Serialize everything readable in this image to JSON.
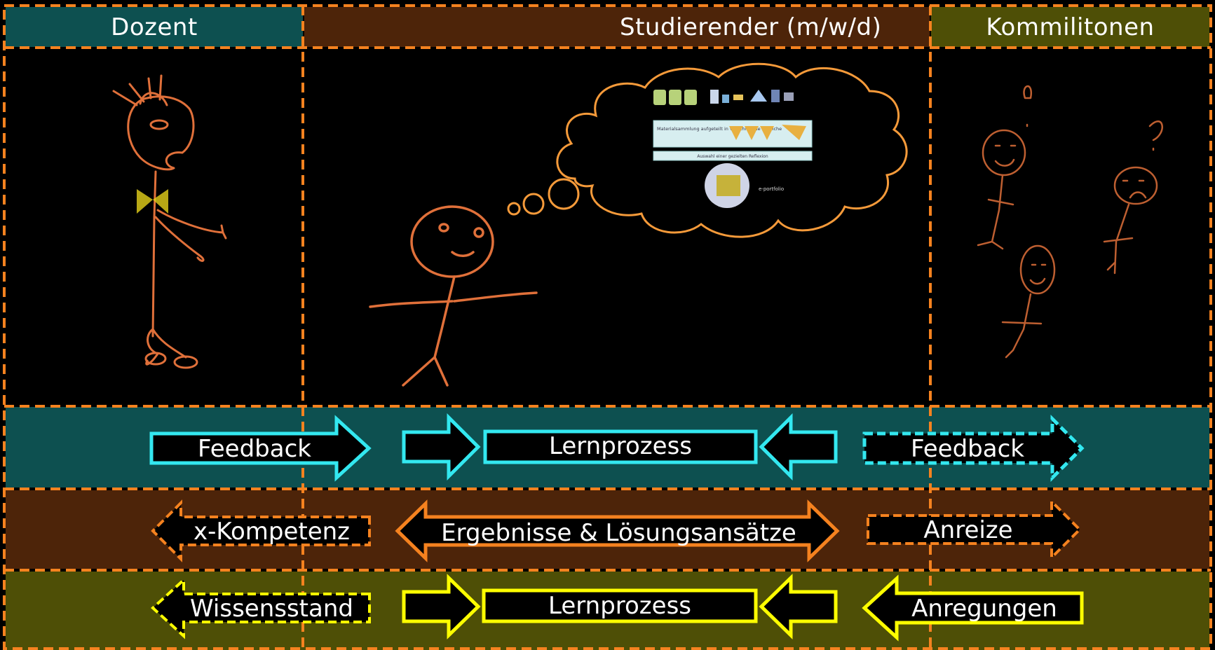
{
  "columns": {
    "dozent": {
      "label": "Dozent",
      "bg": "#0d5050"
    },
    "student": {
      "label": "Studierender (m/w/d)",
      "bg": "#4d2409"
    },
    "kommilitonen": {
      "label": "Kommilitonen",
      "bg": "#4e4f06"
    }
  },
  "rows": [
    {
      "id": "cyan",
      "bg": "#0d5050",
      "color": "#33e8f0",
      "left": {
        "label": "Feedback",
        "direction": "right",
        "dashed": false
      },
      "center": {
        "label": "Lernprozess"
      },
      "right": {
        "label": "Feedback",
        "direction": "right",
        "dashed": true
      }
    },
    {
      "id": "orange",
      "bg": "#4d2409",
      "color": "#f5821f",
      "left": {
        "label": "x-Kompetenz",
        "direction": "left",
        "dashed": true
      },
      "center": {
        "label": "Ergebnisse & Lösungsansätze"
      },
      "right": {
        "label": "Anreize",
        "direction": "right",
        "dashed": true
      }
    },
    {
      "id": "yellow",
      "bg": "#4e4f06",
      "color": "#ffff00",
      "left": {
        "label": "Wissensstand",
        "direction": "left",
        "dashed": true
      },
      "center": {
        "label": "Lernprozess"
      },
      "right": {
        "label": "Anregungen",
        "direction": "left",
        "dashed": false
      }
    }
  ],
  "thought_cloud": {
    "bar_text": "Materialsammlung aufgeteilt in verschiedene Bereiche",
    "sub_bar_text": "Auswahl einer gezielten Reflexion",
    "portfolio_label": "e-portfolio"
  },
  "colors": {
    "border_dash": "#f5821f",
    "stick_figure": "#e0703a",
    "bowtie": "#e6d21a",
    "cloud": "#f59a3a"
  }
}
